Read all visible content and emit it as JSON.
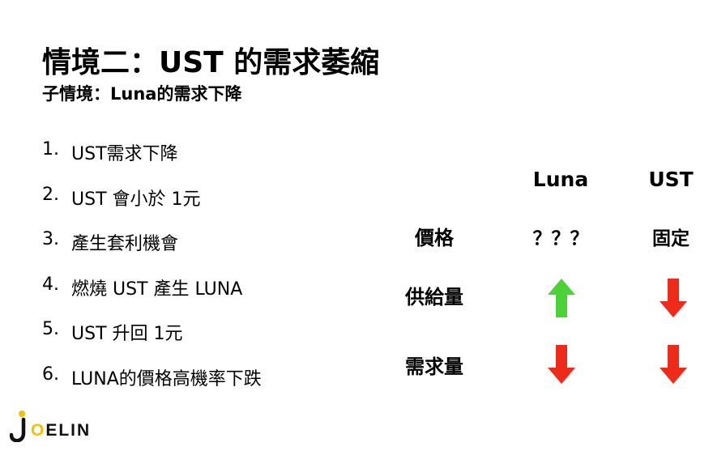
{
  "title": "情境二：UST 的需求萎縮",
  "subtitle": "子情境：Luna的需求下降",
  "steps": [
    {
      "num": "1.",
      "text": "UST需求下降"
    },
    {
      "num": "2.",
      "text": "UST 會小於 1元"
    },
    {
      "num": "3.",
      "text": "產生套利機會"
    },
    {
      "num": "4.",
      "text": "燃燒 UST 產生 LUNA"
    },
    {
      "num": "5.",
      "text": "UST 升回 1元"
    },
    {
      "num": "6.",
      "text": "LUNA的價格高機率下跌"
    }
  ],
  "table": {
    "columns": [
      "Luna",
      "UST"
    ],
    "rows": [
      {
        "label": "價格",
        "luna": "？？？",
        "ust": "固定"
      },
      {
        "label": "供給量",
        "luna": "up-arrow",
        "ust": "down-arrow"
      },
      {
        "label": "需求量",
        "luna": "down-arrow",
        "ust": "down-arrow"
      }
    ]
  },
  "colors": {
    "up": "#4cd137",
    "down": "#ee2a1b",
    "logo_accent": "#f2c200"
  },
  "logo": {
    "j": "J",
    "o": "O",
    "rest": "ELIN"
  }
}
